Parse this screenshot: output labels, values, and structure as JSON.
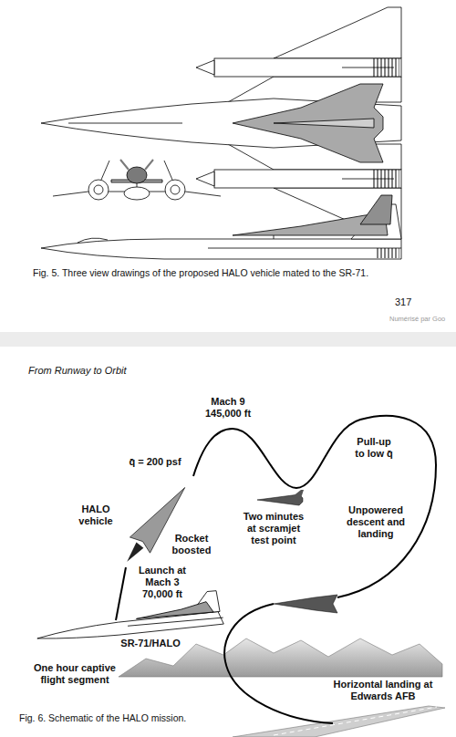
{
  "diagram": {
    "labels": [
      "Fig. 5. Three view drawings of the proposed HALO vehicle mated to the SR-71.",
      "317",
      "Numérisé par Goo",
      "From Runway to Orbit",
      "Mach 9 145,000 ft",
      "q̄ = 200 psf",
      "Pull-up to low q̄",
      "HALO vehicle",
      "Two minutes at scramjet test point",
      "Rocket boosted",
      "Unpowered descent and landing",
      "Launch at Mach 3 70,000 ft",
      "SR-71/HALO",
      "One hour captive flight segment",
      "Horizontal landing at Edwards AFB",
      "Fig. 6. Schematic of the HALO mission."
    ]
  }
}
